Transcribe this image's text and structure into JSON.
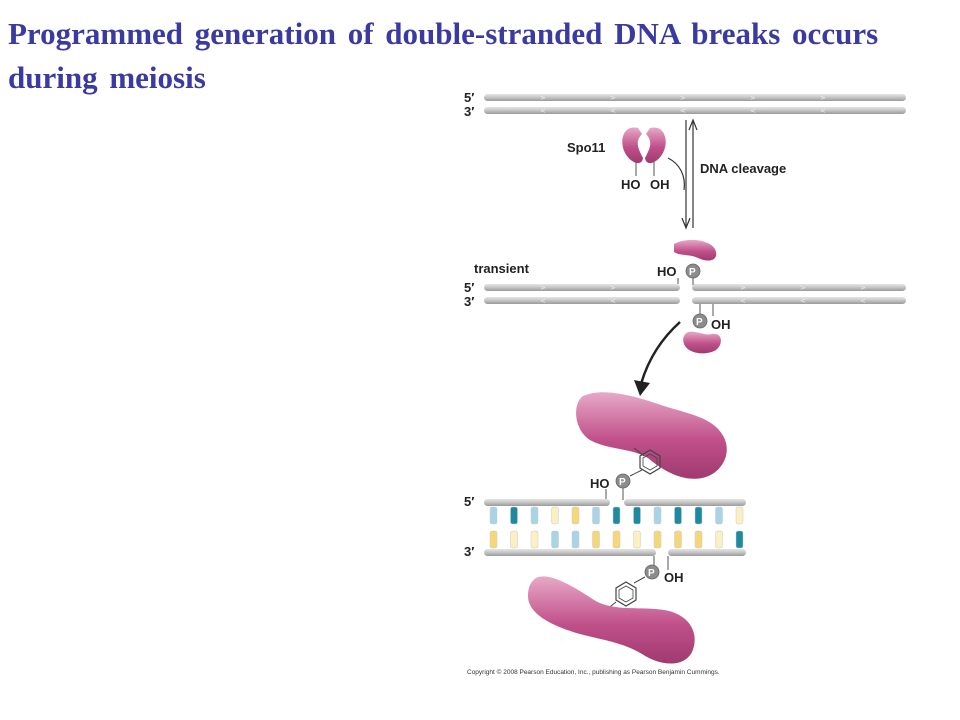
{
  "slide": {
    "title": "Programmed generation of double-stranded DNA breaks occurs during meiosis"
  },
  "diagram": {
    "labels": {
      "five_prime": "5′",
      "three_prime": "3′",
      "spo11": "Spo11",
      "ho": "HO",
      "oh": "OH",
      "dna_cleavage": "DNA cleavage",
      "transient": "transient",
      "phosphate": "P"
    },
    "colors": {
      "protein": "#c0508a",
      "protein_dark": "#a03a70",
      "strand": "#b8b8b8",
      "phosphate": "#8c8c8c",
      "base_light_blue": "#a9d4e6",
      "base_dark_teal": "#1e8aa0",
      "base_yellow": "#f5d77a",
      "base_cream": "#fbf0c4"
    },
    "icons": [
      "cleavage-arrow-icon",
      "transfer-arrow-icon",
      "phosphate-icon",
      "tyrosine-ring-icon"
    ]
  },
  "footer": {
    "copyright": "Copyright © 2008 Pearson Education, Inc., publishing as Pearson Benjamin Cummings."
  }
}
